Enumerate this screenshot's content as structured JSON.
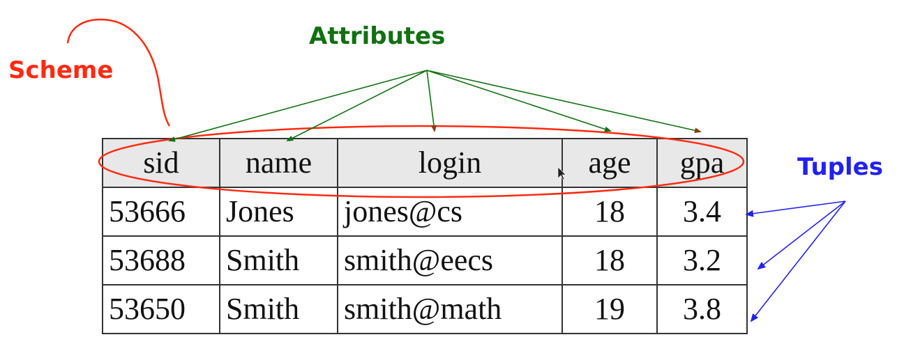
{
  "labels": {
    "scheme": "Scheme",
    "attributes": "Attributes",
    "tuples": "Tuples"
  },
  "colors": {
    "scheme": "#ff2a10",
    "attributes": "#127012",
    "tuples": "#2222ee",
    "header_bg": "#e8e8e8"
  },
  "table": {
    "columns": [
      "sid",
      "name",
      "login",
      "age",
      "gpa"
    ],
    "rows": [
      [
        "53666",
        "Jones",
        "jones@cs",
        "18",
        "3.4"
      ],
      [
        "53688",
        "Smith",
        "smith@eecs",
        "18",
        "3.2"
      ],
      [
        "53650",
        "Smith",
        "smith@math",
        "19",
        "3.8"
      ]
    ]
  }
}
